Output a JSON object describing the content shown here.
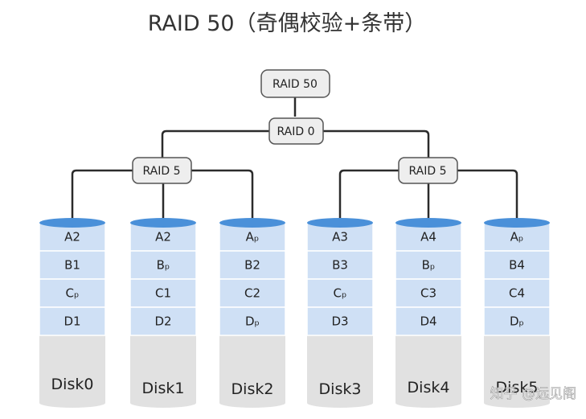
{
  "title": "RAID 50（奇偶校验+条带）",
  "colors": {
    "segment_fill": "#cfe0f5",
    "segment_border": "#ffffff",
    "cylinder_top": "#4a90d9",
    "body_fill": "#e1e1e1",
    "node_fill": "#eeeeee",
    "node_border": "#555555",
    "line": "#2b2b2b"
  },
  "nodes": {
    "root": "RAID 50",
    "mid": "RAID 0",
    "left": "RAID 5",
    "right": "RAID 5"
  },
  "disks": [
    {
      "name": "Disk0",
      "blocks": [
        "A2",
        "B1",
        "Cₚ",
        "D1"
      ]
    },
    {
      "name": "Disk1",
      "blocks": [
        "A2",
        "Bₚ",
        "C1",
        "D2"
      ]
    },
    {
      "name": "Disk2",
      "blocks": [
        "Aₚ",
        "B2",
        "C2",
        "Dₚ"
      ]
    },
    {
      "name": "Disk3",
      "blocks": [
        "A3",
        "B3",
        "Cₚ",
        "D3"
      ]
    },
    {
      "name": "Disk4",
      "blocks": [
        "A4",
        "Bₚ",
        "C3",
        "D4"
      ]
    },
    {
      "name": "Disk5",
      "blocks": [
        "Aₚ",
        "B4",
        "C4",
        "Dₚ"
      ]
    }
  ],
  "watermark": "知乎 @远见阁"
}
